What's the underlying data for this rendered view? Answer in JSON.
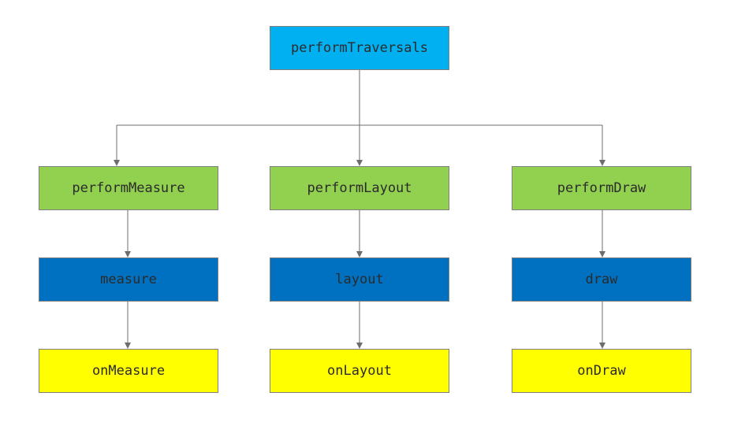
{
  "colors": {
    "root": "#00b0f0",
    "phase": "#92d050",
    "core": "#0070c0",
    "callback": "#ffff00"
  },
  "nodes": {
    "root": {
      "label": "performTraversals"
    },
    "perform_measure": {
      "label": "performMeasure"
    },
    "perform_layout": {
      "label": "performLayout"
    },
    "perform_draw": {
      "label": "performDraw"
    },
    "measure": {
      "label": "measure"
    },
    "layout": {
      "label": "layout"
    },
    "draw": {
      "label": "draw"
    },
    "on_measure": {
      "label": "onMeasure"
    },
    "on_layout": {
      "label": "onLayout"
    },
    "on_draw": {
      "label": "onDraw"
    }
  }
}
